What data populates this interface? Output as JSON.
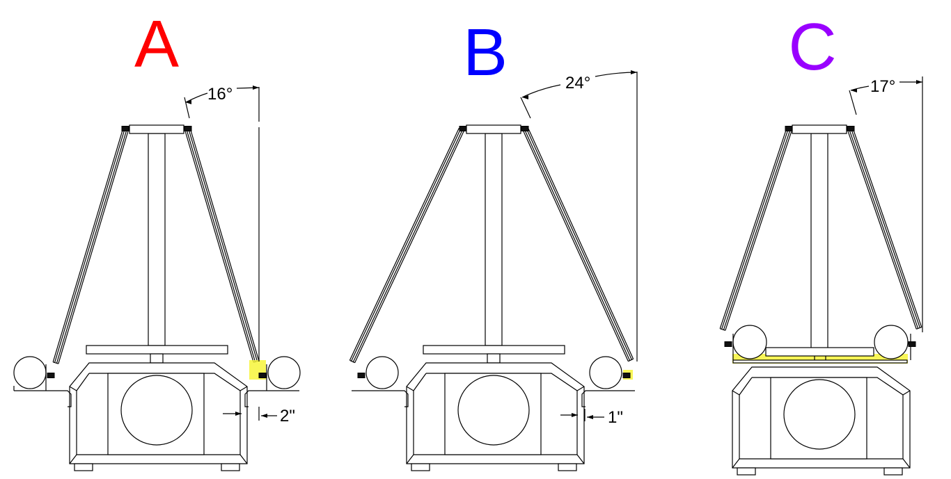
{
  "diagram": {
    "variants": [
      {
        "label": "A",
        "color": "#ff0000",
        "angle_label": "16°",
        "gap_label": "2\""
      },
      {
        "label": "B",
        "color": "#0000ff",
        "angle_label": "24°",
        "gap_label": "1\""
      },
      {
        "label": "C",
        "color": "#9900ff",
        "angle_label": "17°"
      }
    ],
    "highlight_color": "#f7f53a"
  }
}
